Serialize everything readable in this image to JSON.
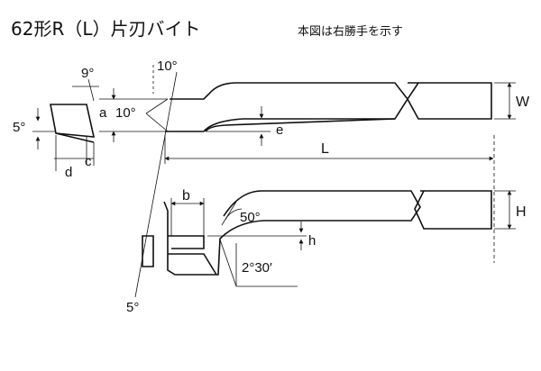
{
  "title": "62形R（L）片刃バイト",
  "note": "本図は右勝手を示す",
  "labels": {
    "angle_9": "9°",
    "angle_10_top": "10°",
    "angle_10_side": "10°",
    "angle_5_left": "5°",
    "angle_5_bottom": "5°",
    "angle_50": "50°",
    "angle_2_30": "2°30′",
    "a": "a",
    "c": "c",
    "d": "d",
    "e": "e",
    "L": "L",
    "W": "W",
    "H": "H",
    "b": "b",
    "h": "h"
  }
}
